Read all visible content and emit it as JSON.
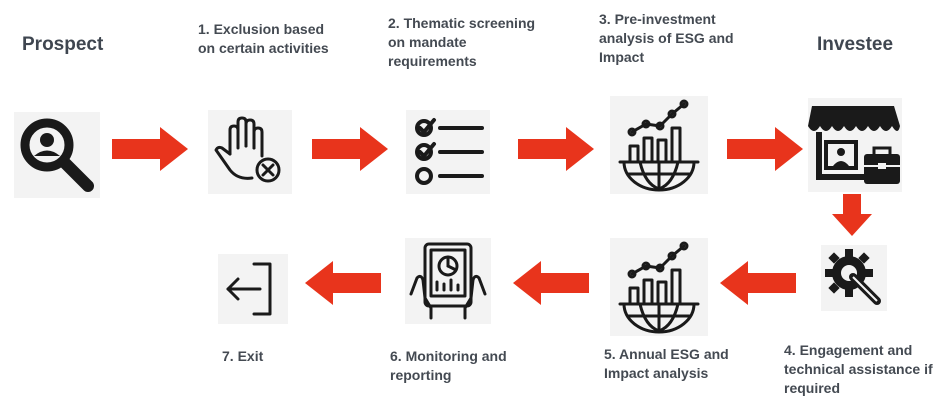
{
  "colors": {
    "arrow": "#e8341c",
    "icon": "#1a1a1a",
    "label": "#444a52"
  },
  "stages": {
    "prospect": {
      "label": "Prospect",
      "icon": "magnifier-icon"
    },
    "investee": {
      "label": "Investee",
      "icon": "storefront-icon"
    }
  },
  "steps": [
    {
      "label_lines": [
        "1. Exclusion based",
        "on certain activities"
      ],
      "icon": "stop-hand-icon"
    },
    {
      "label_lines": [
        "2. Thematic screening",
        "on mandate",
        "requirements"
      ],
      "icon": "checklist-icon"
    },
    {
      "label_lines": [
        "3. Pre-investment",
        "analysis of ESG and",
        "Impact"
      ],
      "icon": "growth-chart-globe-icon"
    },
    {
      "label_lines": [
        "4. Engagement and",
        "technical assistance if",
        "required"
      ],
      "icon": "gear-wrench-icon"
    },
    {
      "label_lines": [
        "5. Annual ESG and",
        "Impact analysis"
      ],
      "icon": "growth-chart-globe-icon"
    },
    {
      "label_lines": [
        "6. Monitoring and",
        "reporting"
      ],
      "icon": "tablet-report-icon"
    },
    {
      "label_lines": [
        "7. Exit"
      ],
      "icon": "exit-icon"
    }
  ]
}
